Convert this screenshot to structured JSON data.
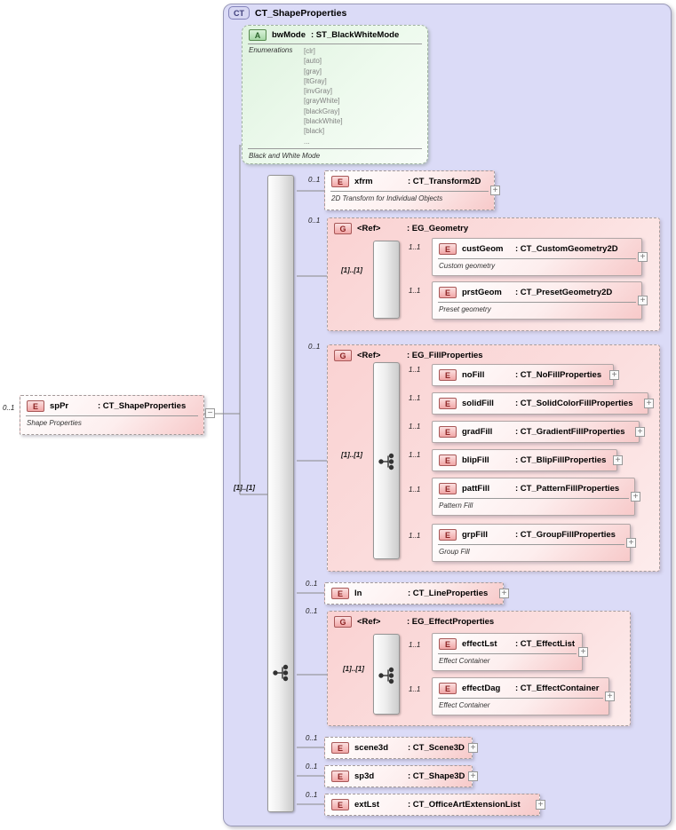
{
  "container": {
    "badge": "CT",
    "title": "CT_ShapeProperties"
  },
  "root_element": {
    "cardinality": "0..1",
    "badge": "E",
    "name": "spPr",
    "type": ": CT_ShapeProperties",
    "annotation": "Shape Properties"
  },
  "attribute_box": {
    "badge": "A",
    "name": "bwMode",
    "type": ": ST_BlackWhiteMode",
    "enumerations_label": "Enumerations",
    "enum_values": [
      "[clr]",
      "[auto]",
      "[gray]",
      "[ltGray]",
      "[invGray]",
      "[grayWhite]",
      "[blackGray]",
      "[blackWhite]",
      "[black]",
      "..."
    ],
    "annotation": "Black and White Mode"
  },
  "sequence": {
    "cardinality": "[1]..[1]"
  },
  "icons": {
    "expand": "+",
    "collapse": "−"
  },
  "colors": {
    "container_fill": "#dbdbf7",
    "element_fill": "#f7c9c9",
    "attribute_fill": "#dff3df",
    "group_fill": "#fad2d2",
    "connector": "#888888",
    "badge_red": "#8c2424",
    "badge_green": "#2b642b",
    "badge_blue": "#3d3d7a"
  },
  "elements": {
    "xfrm": {
      "cardinality": "0..1",
      "badge": "E",
      "name": "xfrm",
      "type": ": CT_Transform2D",
      "annotation": "2D Transform for Individual Objects"
    },
    "ln": {
      "cardinality": "0..1",
      "badge": "E",
      "name": "ln",
      "type": ": CT_LineProperties"
    },
    "scene3d": {
      "cardinality": "0..1",
      "badge": "E",
      "name": "scene3d",
      "type": ": CT_Scene3D"
    },
    "sp3d": {
      "cardinality": "0..1",
      "badge": "E",
      "name": "sp3d",
      "type": ": CT_Shape3D"
    },
    "extLst": {
      "cardinality": "0..1",
      "badge": "E",
      "name": "extLst",
      "type": ": CT_OfficeArtExtensionList"
    }
  },
  "groups": {
    "geometry": {
      "cardinality": "0..1",
      "badge": "G",
      "name": "<Ref>",
      "type": ": EG_Geometry",
      "choice_cardinality": "[1]..[1]",
      "children": [
        {
          "cardinality": "1..1",
          "badge": "E",
          "name": "custGeom",
          "type": ": CT_CustomGeometry2D",
          "annotation": "Custom geometry"
        },
        {
          "cardinality": "1..1",
          "badge": "E",
          "name": "prstGeom",
          "type": ": CT_PresetGeometry2D",
          "annotation": "Preset geometry"
        }
      ]
    },
    "fill": {
      "cardinality": "0..1",
      "badge": "G",
      "name": "<Ref>",
      "type": ": EG_FillProperties",
      "choice_cardinality": "[1]..[1]",
      "children": [
        {
          "cardinality": "1..1",
          "badge": "E",
          "name": "noFill",
          "type": ": CT_NoFillProperties"
        },
        {
          "cardinality": "1..1",
          "badge": "E",
          "name": "solidFill",
          "type": ": CT_SolidColorFillProperties"
        },
        {
          "cardinality": "1..1",
          "badge": "E",
          "name": "gradFill",
          "type": ": CT_GradientFillProperties"
        },
        {
          "cardinality": "1..1",
          "badge": "E",
          "name": "blipFill",
          "type": ": CT_BlipFillProperties"
        },
        {
          "cardinality": "1..1",
          "badge": "E",
          "name": "pattFill",
          "type": ": CT_PatternFillProperties",
          "annotation": "Pattern Fill"
        },
        {
          "cardinality": "1..1",
          "badge": "E",
          "name": "grpFill",
          "type": ": CT_GroupFillProperties",
          "annotation": "Group Fill"
        }
      ]
    },
    "effect": {
      "cardinality": "0..1",
      "badge": "G",
      "name": "<Ref>",
      "type": ": EG_EffectProperties",
      "choice_cardinality": "[1]..[1]",
      "children": [
        {
          "cardinality": "1..1",
          "badge": "E",
          "name": "effectLst",
          "type": ": CT_EffectList",
          "annotation": "Effect Container"
        },
        {
          "cardinality": "1..1",
          "badge": "E",
          "name": "effectDag",
          "type": ": CT_EffectContainer",
          "annotation": "Effect Container"
        }
      ]
    }
  }
}
